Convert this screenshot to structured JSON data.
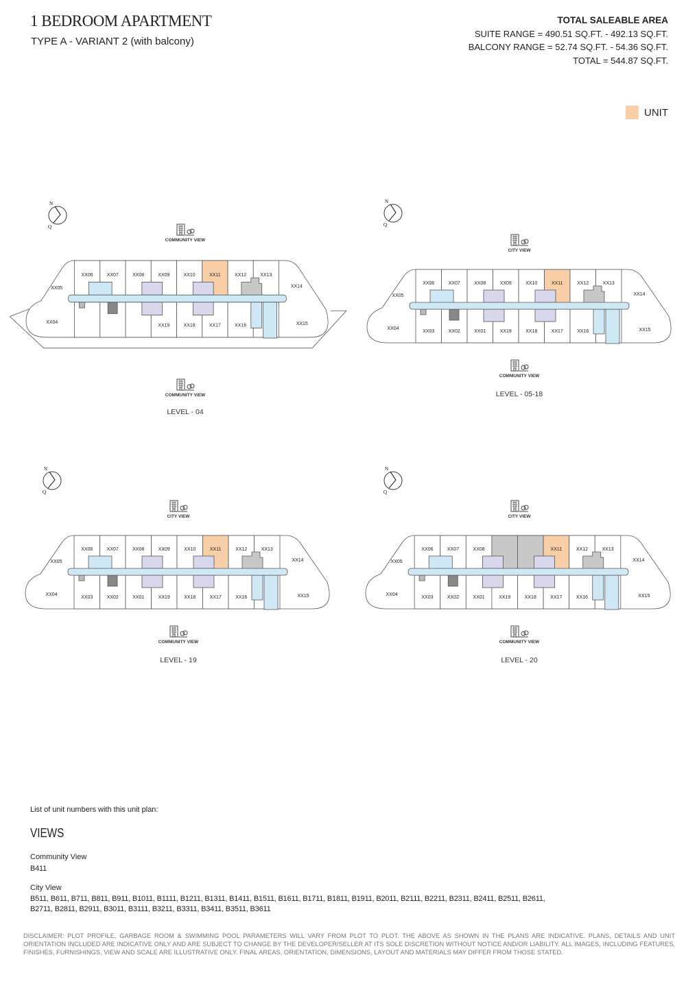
{
  "header": {
    "title": "1 BEDROOM APARTMENT",
    "subtitle": "TYPE A - VARIANT 2 (with balcony)"
  },
  "area": {
    "heading": "TOTAL SALEABLE AREA",
    "suite": "SUITE RANGE = 490.51 SQ.FT. - 492.13 SQ.FT.",
    "balcony": "BALCONY RANGE = 52.74 SQ.FT. - 54.36 SQ.FT.",
    "total": "TOTAL = 544.87 SQ.FT."
  },
  "legend": {
    "label": "UNIT",
    "color": "#f9cfa8"
  },
  "plans": [
    {
      "level": "LEVEL - 04",
      "top_view": "COMMUNITY VIEW",
      "bottom_view": "COMMUNITY VIEW",
      "top": [
        "XX06",
        "XX07",
        "XX08",
        "XX09",
        "XX10",
        "XX11",
        "XX12",
        "XX13"
      ],
      "bottom": [
        null,
        null,
        null,
        "XX19",
        "XX18",
        "XX17",
        "XX16",
        null
      ],
      "ends": [
        "XX05",
        "XX04",
        "XX14",
        "XX15"
      ],
      "highlight": 5,
      "grey": []
    },
    {
      "level": "LEVEL - 05-18",
      "top_view": "CITY VIEW",
      "bottom_view": "COMMUNITY VIEW",
      "top": [
        "XX06",
        "XX07",
        "XX08",
        "XX09",
        "XX10",
        "XX11",
        "XX12",
        "XX13"
      ],
      "bottom": [
        "XX03",
        "XX02",
        "XX01",
        "XX19",
        "XX18",
        "XX17",
        "XX16",
        null
      ],
      "ends": [
        "XX05",
        "XX04",
        "XX14",
        "XX15"
      ],
      "highlight": 5,
      "grey": []
    },
    {
      "level": "LEVEL - 19",
      "top_view": "CITY VIEW",
      "bottom_view": "COMMUNITY VIEW",
      "top": [
        "XX06",
        "XX07",
        "XX08",
        "XX09",
        "XX10",
        "XX11",
        "XX12",
        "XX13"
      ],
      "bottom": [
        "XX03",
        "XX02",
        "XX01",
        "XX19",
        "XX18",
        "XX17",
        "XX16",
        null
      ],
      "ends": [
        "XX05",
        "XX04",
        "XX14",
        "XX15"
      ],
      "highlight": 5,
      "grey": []
    },
    {
      "level": "LEVEL - 20",
      "top_view": "CITY VIEW",
      "bottom_view": "COMMUNITY VIEW",
      "top": [
        "XX06",
        "XX07",
        "XX08",
        null,
        null,
        "XX11",
        "XX12",
        "XX13"
      ],
      "bottom": [
        "XX03",
        "XX02",
        "XX01",
        "XX19",
        "XX18",
        "XX17",
        "XX16",
        null
      ],
      "ends": [
        "XX05",
        "XX04",
        "XX14",
        "XX15"
      ],
      "highlight": 5,
      "grey": [
        3,
        4
      ]
    }
  ],
  "compass": {
    "north": "N"
  },
  "units": {
    "intro": "List of unit numbers with this unit plan:",
    "heading": "VIEWS",
    "community_label": "Community View",
    "community_units": "B411",
    "city_label": "City View",
    "city_units_1": "B511, B611, B711, B811, B911, B1011, B1111, B1211, B1311, B1411, B1511, B1611, B1711, B1811, B1911, B2011, B2111, B2211, B2311, B2411, B2511, B2611,",
    "city_units_2": "B2711, B2811, B2911, B3011, B3111, B3211, B3311, B3411, B3511, B3611"
  },
  "disclaimer": "DISCLAIMER: PLOT PROFILE, GARBAGE ROOM & SWIMMING POOL PARAMETERS WILL VARY FROM PLOT TO PLOT. THE ABOVE AS SHOWN IN THE PLANS ARE INDICATIVE. PLANS, DETAILS AND UNIT ORIENTATION INCLUDED ARE INDICATIVE ONLY AND ARE SUBJECT TO CHANGE BY THE DEVELOPER/SELLER AT ITS SOLE DISCRETION WITHOUT NOTICE AND/OR LIABILITY. ALL IMAGES, INCLUDING FEATURES, FINISHES, FURNISHINGS, VIEW AND SCALE ARE ILLUSTRATIVE ONLY. FINAL AREAS, ORIENTATION, DIMENSIONS, LAYOUT AND MATERIALS MAY DIFFER FROM THOSE STATED."
}
